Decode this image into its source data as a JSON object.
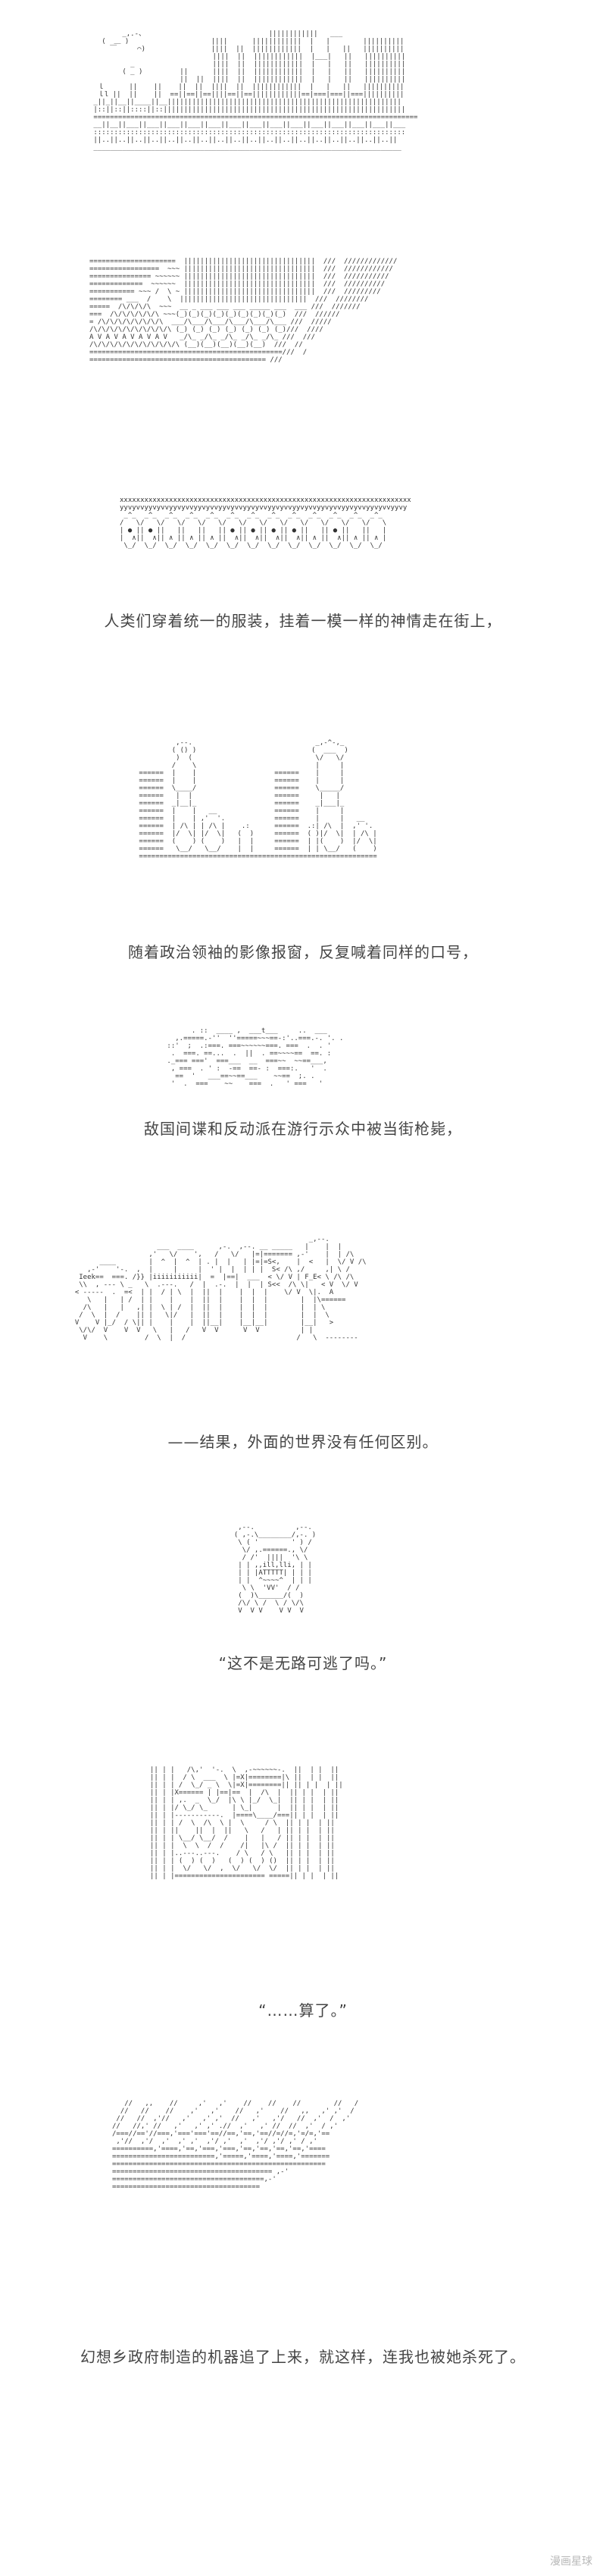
{
  "captions": [
    "人类们穿着统一的服装，挂着一模一样的神情走在街上，",
    "随着政治领袖的影像报窗，反复喊着同样的口号，",
    "敌国间谍和反动派在游行示众中被当街枪毙，",
    "——结果，外面的世界没有任何区别。",
    "“这不是无路可逃了吗。”",
    "“……算了。”",
    "幻想乡政府制造的机器追了上来，就这样，连我也被她杀死了。"
  ],
  "watermark": "漫画星球",
  "colors": {
    "background": "#ffffff",
    "art": "#333333",
    "caption": "#444444",
    "watermark": "#b8b8b8"
  }
}
